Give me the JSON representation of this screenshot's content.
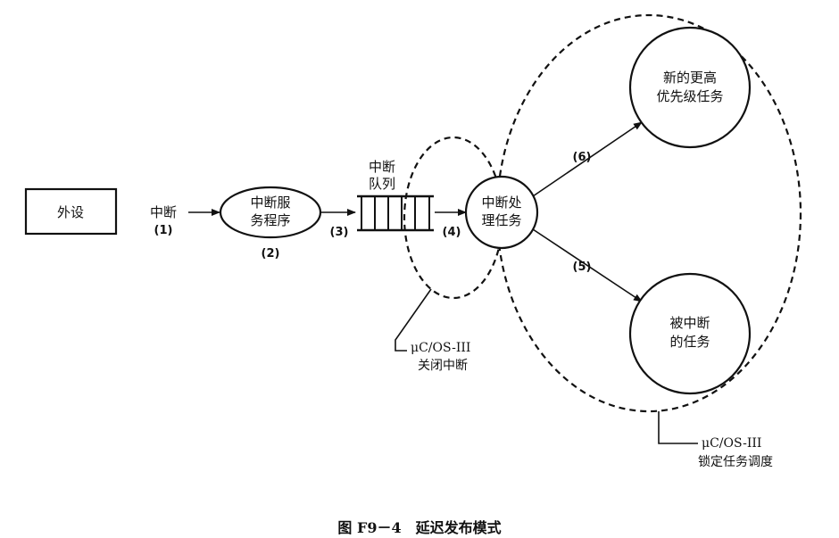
{
  "nodes": {
    "peripheral": "外设",
    "isr_line1": "中断服",
    "isr_line2": "务程序",
    "queue_line1": "中断",
    "queue_line2": "队列",
    "handler_line1": "中断处",
    "handler_line2": "理任务",
    "high_task_line1": "新的更高",
    "high_task_line2": "优先级任务",
    "interrupted_line1": "被中断",
    "interrupted_line2": "的任务"
  },
  "edges": {
    "interrupt_label": "中断",
    "step1": "(1)",
    "step2": "(2)",
    "step3": "(3)",
    "step4": "(4)",
    "step5": "(5)",
    "step6": "(6)"
  },
  "annotations": {
    "disable_int_line1": "μC/OS-III",
    "disable_int_line2": "关闭中断",
    "lock_sched_line1": "μC/OS-III",
    "lock_sched_line2": "锁定任务调度"
  },
  "caption": "图 F9－4　延迟发布模式"
}
